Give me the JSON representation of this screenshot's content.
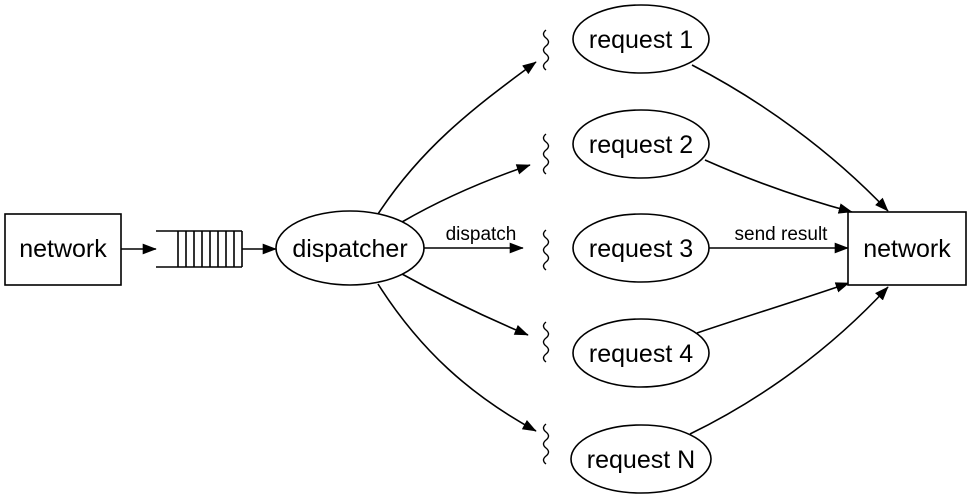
{
  "diagram": {
    "source_label": "network",
    "dispatcher_label": "dispatcher",
    "target_label": "network",
    "dispatch_label": "dispatch",
    "send_result_label": "send result",
    "requests": [
      {
        "label": "request 1"
      },
      {
        "label": "request 2"
      },
      {
        "label": "request 3"
      },
      {
        "label": "request 4"
      },
      {
        "label": "request N"
      }
    ]
  }
}
